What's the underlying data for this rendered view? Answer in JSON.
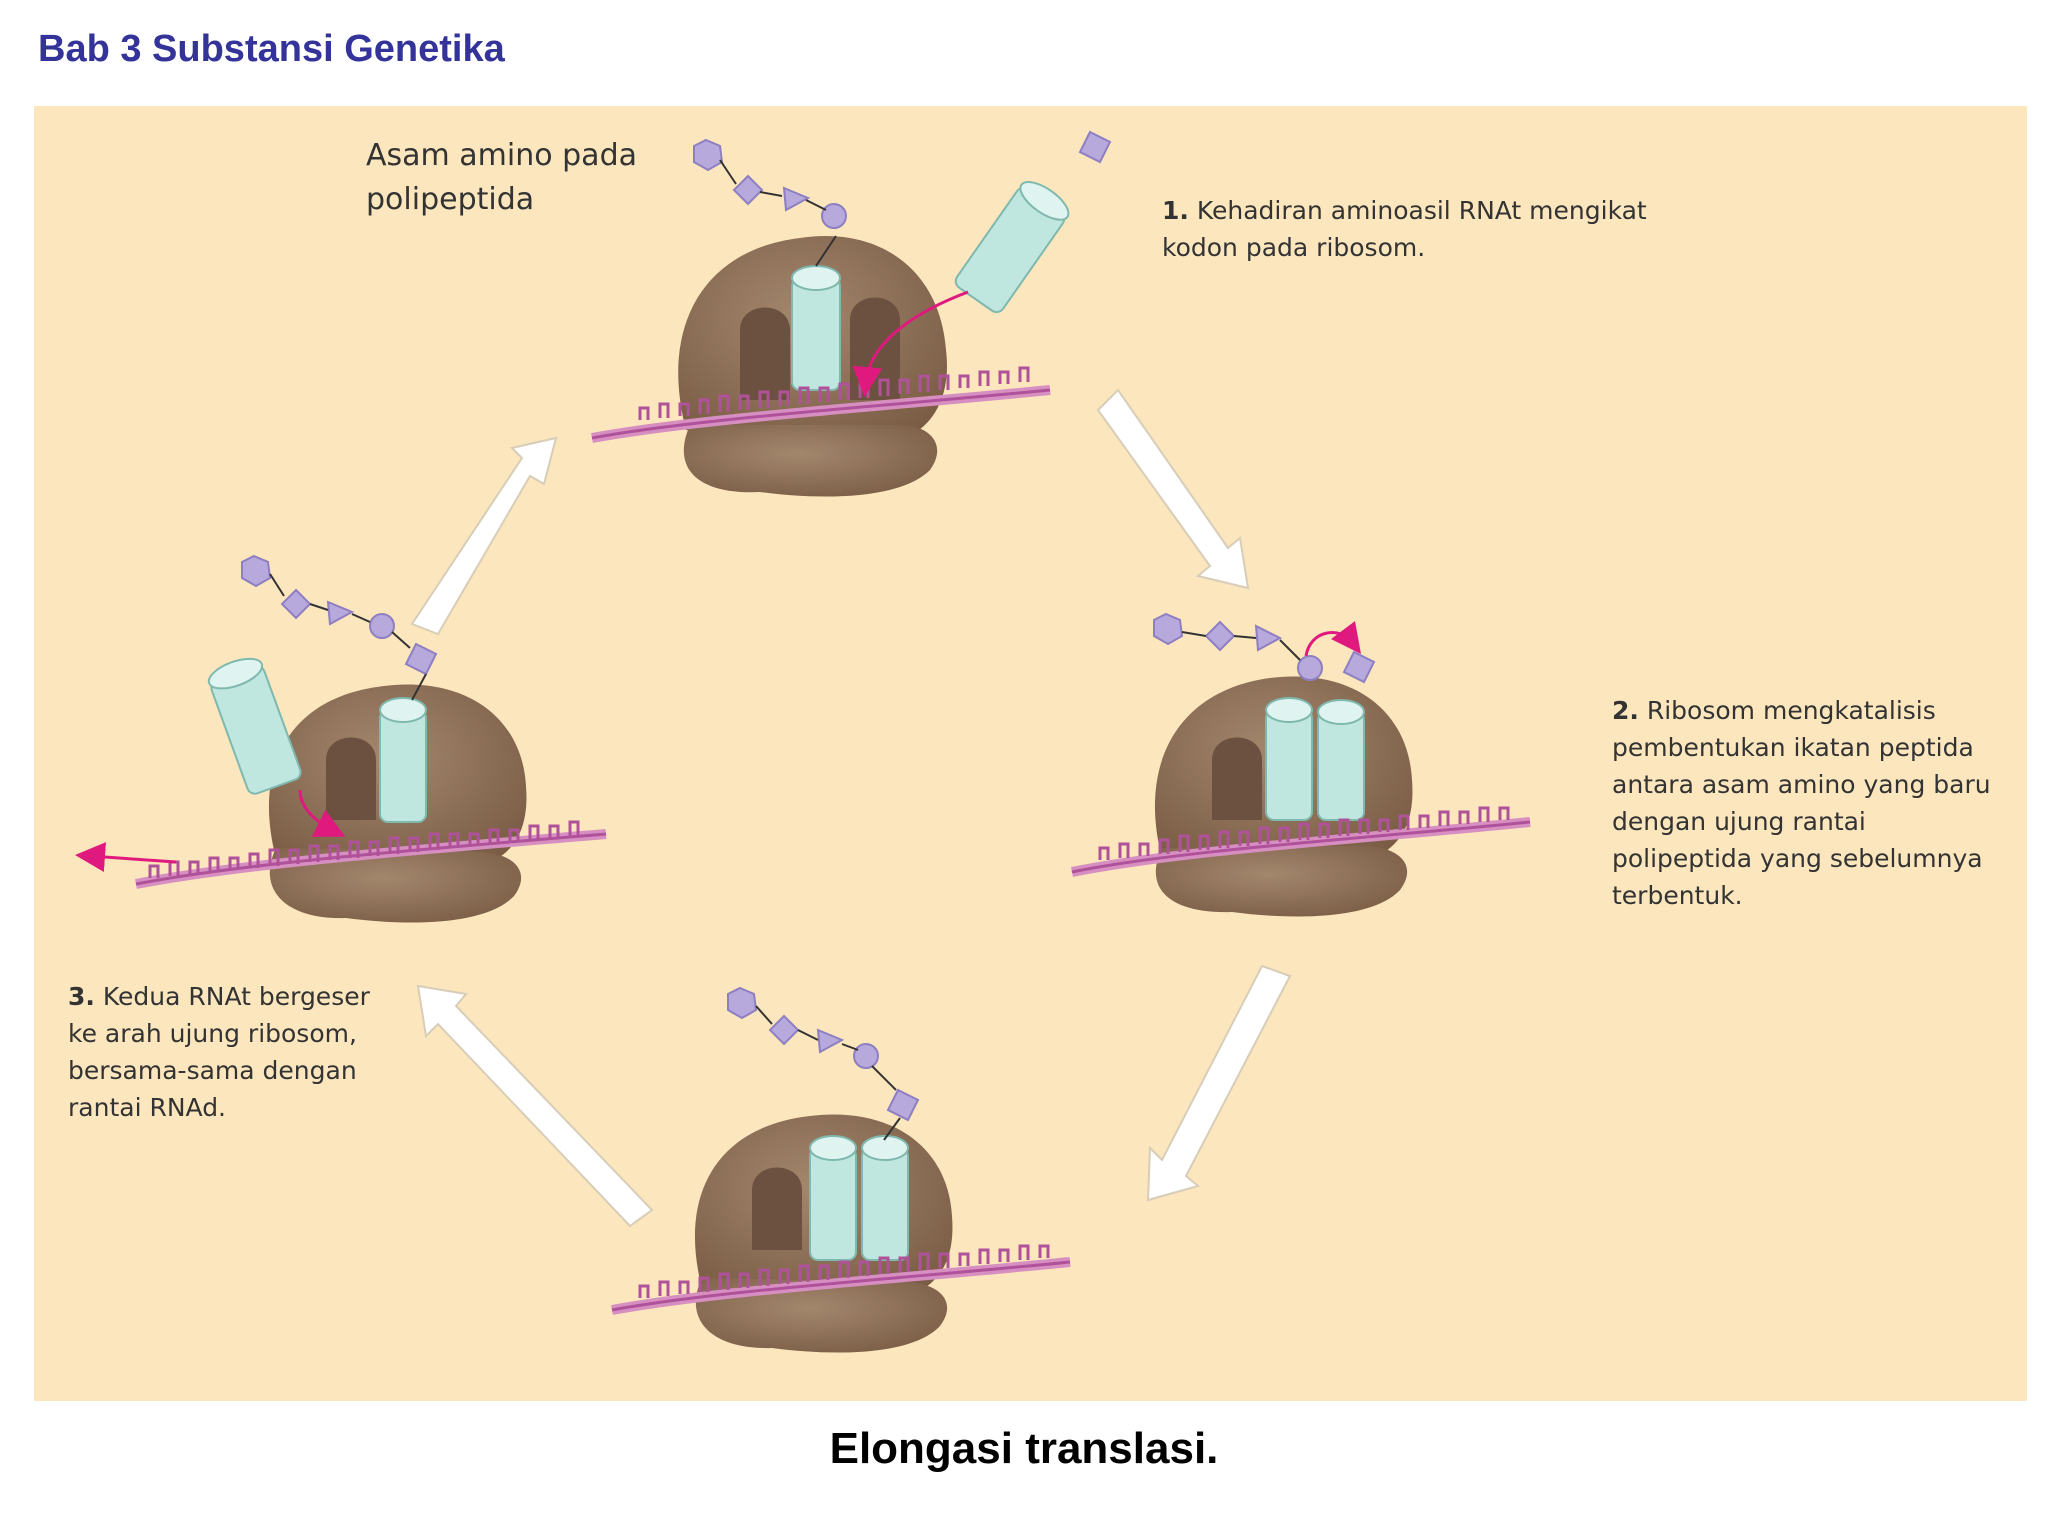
{
  "header": {
    "title": "Bab 3 Substansi Genetika"
  },
  "figure": {
    "background_color": "#fbe6bd",
    "ribosome_color": "#8c6e55",
    "trna_color": "#bfe6df",
    "mrna_color": "#b0529a",
    "amino_color": "#b7a9dc",
    "arrow_color": "#e0197f",
    "labels": {
      "amino_acid": "Asam amino pada\npolipeptida",
      "step1_num": "1.",
      "step1_text": "Kehadiran aminoasil RNAt mengikat\nkodon pada ribosom.",
      "step2_num": "2.",
      "step2_text": "Ribosom mengkatalisis\npembentukan ikatan peptida\nantara asam amino yang baru\ndengan ujung rantai\npolipeptida yang sebelumnya\nterbentuk.",
      "step3_num": "3.",
      "step3_text": "Kedua RNAt bergeser\nke arah ujung ribosom,\nbersama-sama dengan\nrantai RNAd."
    }
  },
  "caption": "Elongasi translasi."
}
